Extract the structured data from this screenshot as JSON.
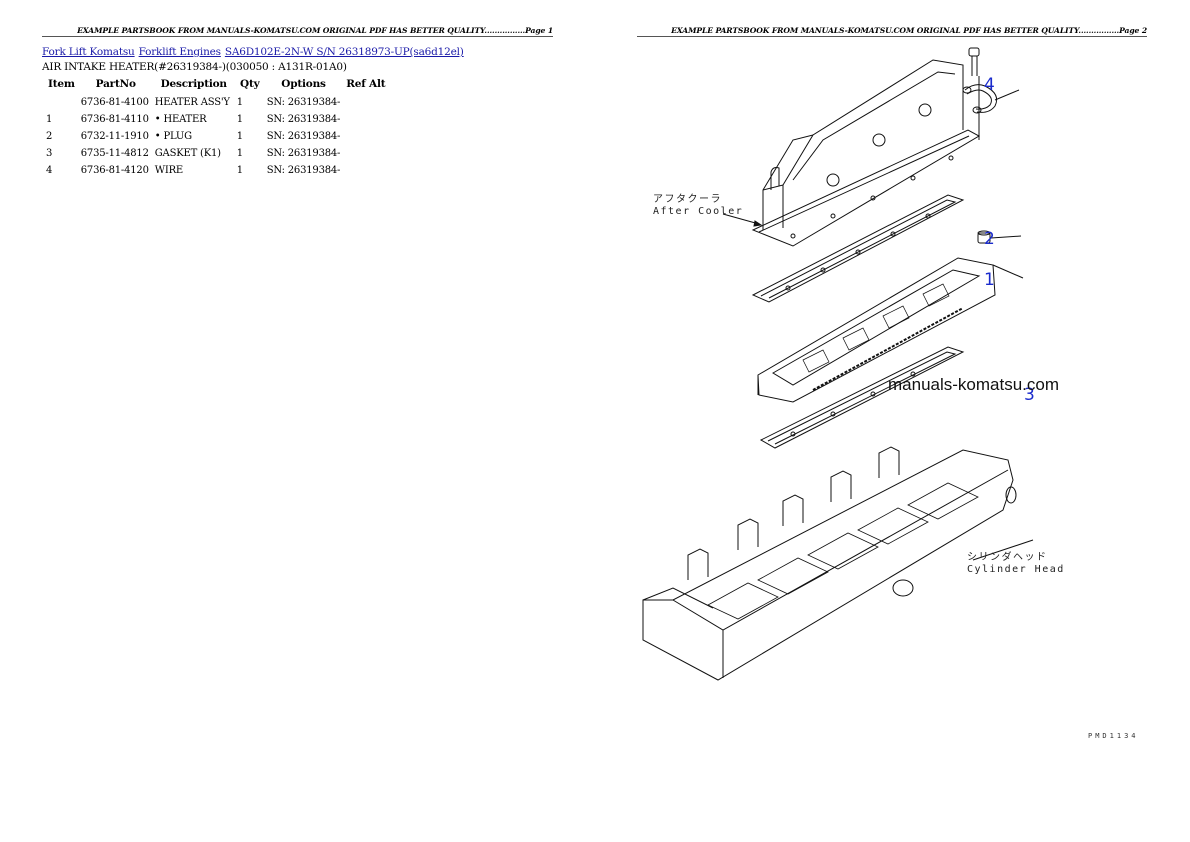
{
  "page1": {
    "header": "EXAMPLE PARTSBOOK FROM MANUALS-KOMATSU.COM ORIGINAL PDF HAS BETTER QUALITY................Page 1",
    "breadcrumbs": [
      {
        "label": "Fork Lift Komatsu"
      },
      {
        "label": "Forklift Engines"
      },
      {
        "label": "SA6D102E-2N-W S/N 26318973-UP(sa6d12el)"
      }
    ],
    "subtitle": "AIR INTAKE HEATER(#26319384-)(030050 : A131R-01A0)",
    "table": {
      "columns": [
        "Item",
        "PartNo",
        "Description",
        "Qty",
        "Options",
        "Ref Alt"
      ],
      "rows": [
        {
          "item": "",
          "partno": "6736-81-4100",
          "description": "HEATER ASS'Y",
          "qty": "1",
          "options": "SN: 26319384-",
          "refalt": ""
        },
        {
          "item": "1",
          "partno": "6736-81-4110",
          "description": "• HEATER",
          "qty": "1",
          "options": "SN: 26319384-",
          "refalt": ""
        },
        {
          "item": "2",
          "partno": "6732-11-1910",
          "description": "• PLUG",
          "qty": "1",
          "options": "SN: 26319384-",
          "refalt": ""
        },
        {
          "item": "3",
          "partno": "6735-11-4812",
          "description": "GASKET (K1)",
          "qty": "1",
          "options": "SN: 26319384-",
          "refalt": ""
        },
        {
          "item": "4",
          "partno": "6736-81-4120",
          "description": "WIRE",
          "qty": "1",
          "options": "SN: 26319384-",
          "refalt": ""
        }
      ]
    }
  },
  "page2": {
    "header": "EXAMPLE PARTSBOOK FROM MANUALS-KOMATSU.COM ORIGINAL PDF HAS BETTER QUALITY................Page 2",
    "diagram": {
      "callouts": [
        "1",
        "2",
        "3",
        "4"
      ],
      "labels": {
        "after_cooler_jp": "アフタクーラ",
        "after_cooler_en": "After Cooler",
        "cylinder_head_jp": "シリンダヘッド",
        "cylinder_head_en": "Cylinder Head"
      },
      "watermark": "manuals-komatsu.com",
      "drawing_code": "PMD1134"
    }
  }
}
